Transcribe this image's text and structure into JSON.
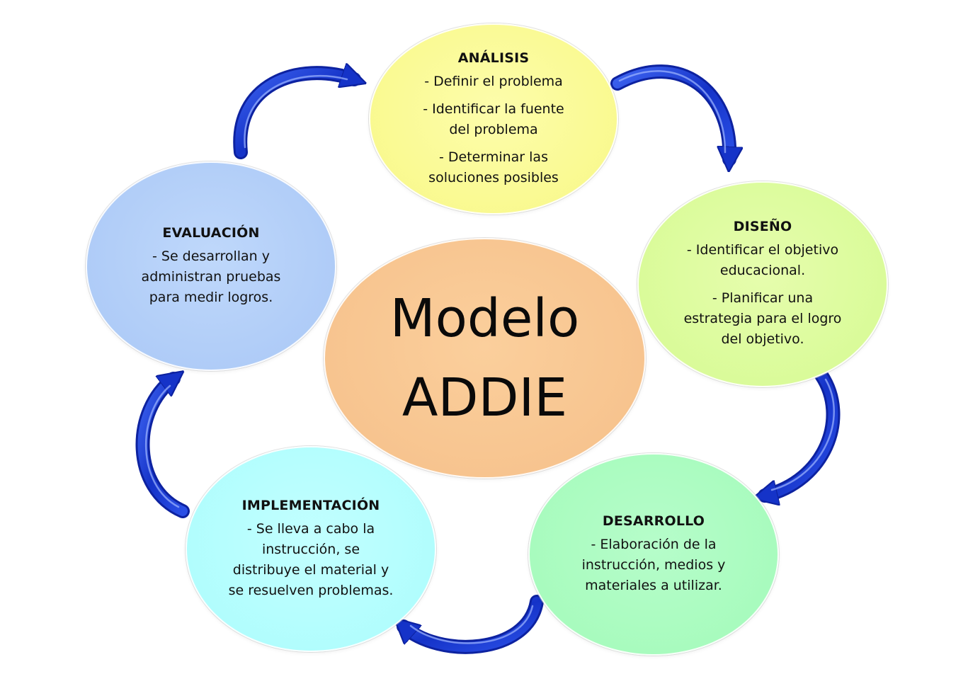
{
  "center": {
    "line1": "Modelo",
    "line2": "ADDIE",
    "color": "#f8c590"
  },
  "phases": {
    "analisis": {
      "title": "ANÁLISIS",
      "items": [
        "- Definir el problema",
        "- Identificar la fuente\ndel problema",
        "- Determinar las\nsoluciones posibles"
      ],
      "color": "#f9f98f"
    },
    "diseno": {
      "title": "DISEÑO",
      "items": [
        "- Identificar el objetivo\neducacional.",
        "- Planificar una\nestrategia para el logro\ndel objetivo."
      ],
      "color": "#d9fb98"
    },
    "desarrollo": {
      "title": "DESARROLLO",
      "items": [
        "- Elaboración de la\ninstrucción, medios y\nmateriales a utilizar."
      ],
      "color": "#a7fbbd"
    },
    "implementacion": {
      "title": "IMPLEMENTACIÓN",
      "items": [
        "- Se lleva a cabo la\ninstrucción, se\ndistribuye el material y\nse resuelven problemas."
      ],
      "color": "#b0fdfd"
    },
    "evaluacion": {
      "title": "EVALUACIÓN",
      "items": [
        "- Se desarrollan y\nadministran pruebas\npara medir logros."
      ],
      "color": "#aecbf7"
    }
  },
  "arrow_color": "#1a3fd0"
}
